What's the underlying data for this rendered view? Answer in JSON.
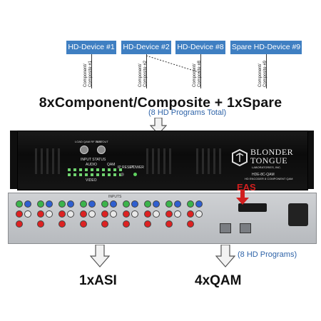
{
  "devices": [
    {
      "label": "HD-Device #1",
      "input_label": "Component/\nComposite #1"
    },
    {
      "label": "HD-Device #2",
      "input_label": "Component/\nComposite #2"
    },
    {
      "label": "HD-Device #8",
      "input_label": "Component/\nComposite #8"
    },
    {
      "label": "Spare HD-Device #9",
      "input_label": "Component/\nComposite #9"
    }
  ],
  "headline": "8xComponent/Composite + 1xSpare",
  "subheadline": "(8 HD Programs Total)",
  "front_panel": {
    "brand_line1": "BLONDER",
    "brand_line2": "TONGUE",
    "brand_line3": "LABORATORIES, INC.",
    "model_line1": "HDE-8C-QAM",
    "model_line2": "HD ENCODER 8 COMPONENT QAM",
    "input_status": "INPUT STATUS",
    "audio": "AUDIO",
    "video": "VIDEO",
    "ip_reset": "IP RESET",
    "power": "POWER",
    "load_qam": "LOAD QAM RF TEST",
    "aux_out": "AUX OUT",
    "qam": "QAM"
  },
  "rear_panel": {
    "eas_label": "EAS",
    "inputs_label": "INPUTS",
    "qam_out_label": "(8 HD Programs)"
  },
  "outputs": {
    "asi": "1xASI",
    "qam": "4xQAM"
  }
}
